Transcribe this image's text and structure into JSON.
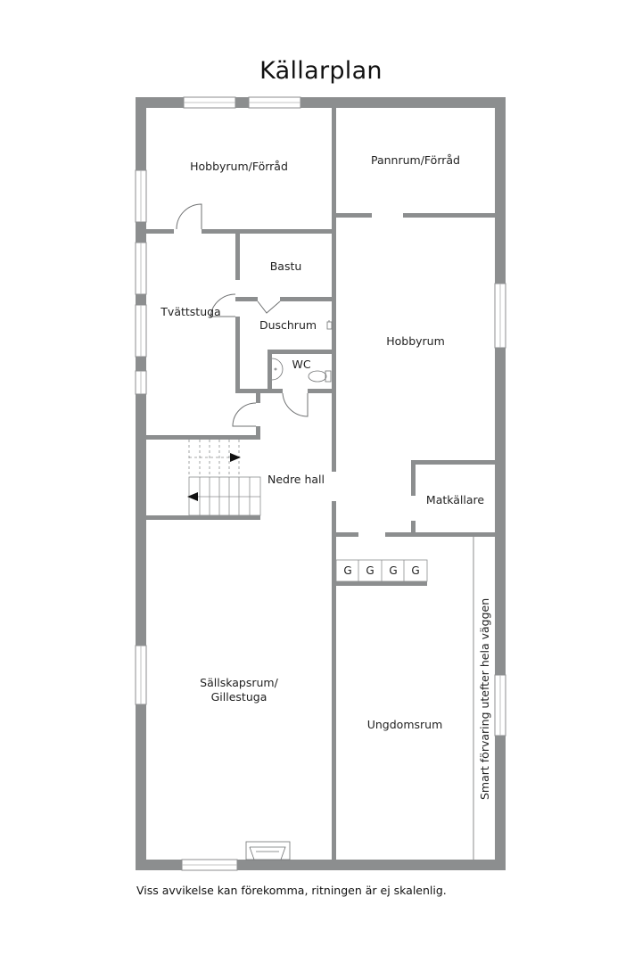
{
  "title": "Källarplan",
  "rooms": {
    "hobbyrum_forrad": "Hobbyrum/Förråd",
    "pannrum_forrad": "Pannrum/Förråd",
    "bastu": "Bastu",
    "tvattstuga": "Tvättstuga",
    "duschrum": "Duschrum",
    "wc": "WC",
    "hobbyrum": "Hobbyrum",
    "nedre_hall": "Nedre hall",
    "matkallare": "Matkällare",
    "sallskapsrum_line1": "Sällskapsrum/",
    "sallskapsrum_line2": "Gillestuga",
    "ungdomsrum": "Ungdomsrum"
  },
  "storage_note": "Smart förvaring utefter hela väggen",
  "wardrobes": [
    "G",
    "G",
    "G",
    "G"
  ],
  "disclaimer": "Viss avvikelse kan förekomma, ritningen är ej skalenlig.",
  "colors": {
    "wall": "#8c8e8f",
    "line": "#6f7172",
    "background": "#ffffff"
  }
}
